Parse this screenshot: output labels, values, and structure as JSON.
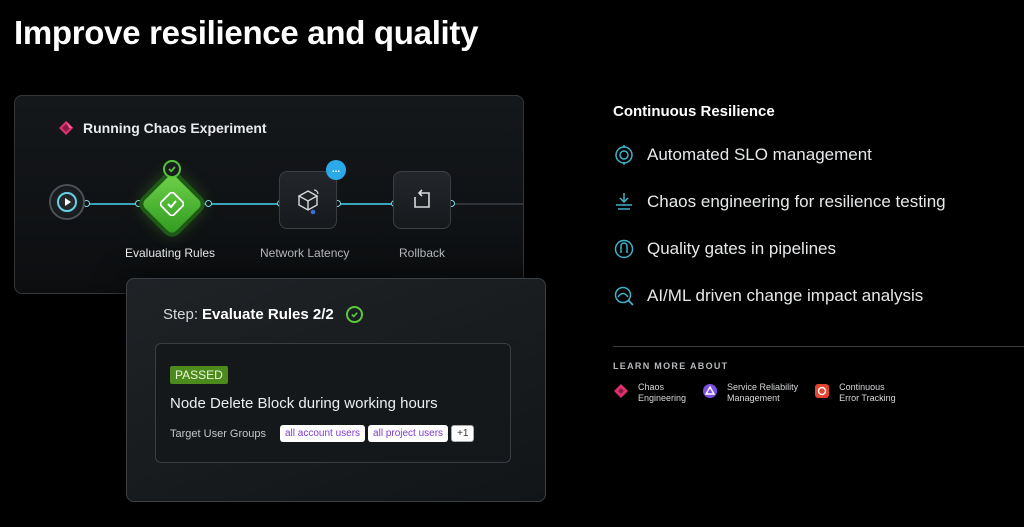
{
  "heading": "Improve resilience and quality",
  "pipeline": {
    "title": "Running Chaos Experiment",
    "nodes": [
      {
        "label": "Evaluating Rules"
      },
      {
        "label": "Network Latency"
      },
      {
        "label": "Rollback"
      }
    ],
    "info_badge": "..."
  },
  "step": {
    "prefix": "Step:",
    "title": "Evaluate Rules 2/2",
    "status": "PASSED",
    "rule_name": "Node Delete Block during working hours",
    "groups_label": "Target User Groups",
    "chips": [
      "all account users",
      "all project users",
      "+1"
    ]
  },
  "right": {
    "section_title": "Continuous Resilience",
    "features": [
      {
        "icon": "slo-icon",
        "text": "Automated SLO management"
      },
      {
        "icon": "chaos-test-icon",
        "text": "Chaos engineering for resilience testing"
      },
      {
        "icon": "quality-gate-icon",
        "text": "Quality gates in pipelines"
      },
      {
        "icon": "ai-analysis-icon",
        "text": "AI/ML driven change impact analysis"
      }
    ],
    "learn_more": "LEARN MORE ABOUT",
    "links": [
      {
        "icon": "chaos-engineering-icon",
        "line1": "Chaos",
        "line2": "Engineering"
      },
      {
        "icon": "srm-icon",
        "line1": "Service Reliability",
        "line2": "Management"
      },
      {
        "icon": "error-tracking-icon",
        "line1": "Continuous",
        "line2": "Error Tracking"
      }
    ]
  },
  "colors": {
    "accent_cyan": "#3aa3b8",
    "success_green": "#56c43a",
    "chip_text_purple": "#7b3bd1",
    "chaos_pink": "#e0306f"
  }
}
